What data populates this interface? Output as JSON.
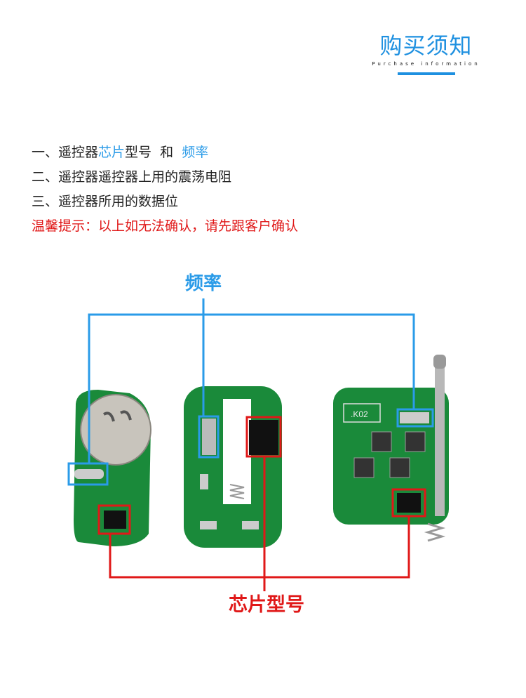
{
  "header": {
    "title": "购买须知",
    "subtitle": "Purchase information"
  },
  "notes": [
    {
      "prefix": "一、遥控器",
      "highlight1": "芯片",
      "middle": "型号  和  ",
      "highlight2": "频率"
    },
    {
      "text": "二、遥控器遥控器上用的震荡电阻"
    },
    {
      "text": "三、遥控器所用的数据位"
    },
    {
      "text": "温馨提示：以上如无法确认，请先跟客户确认"
    }
  ],
  "diagram": {
    "frequency_label": "频率",
    "chip_label": "芯片型号",
    "board_label": "K02",
    "colors": {
      "blue": "#2a9be8",
      "red": "#e01818",
      "pcb": "#1a8a3a"
    }
  }
}
